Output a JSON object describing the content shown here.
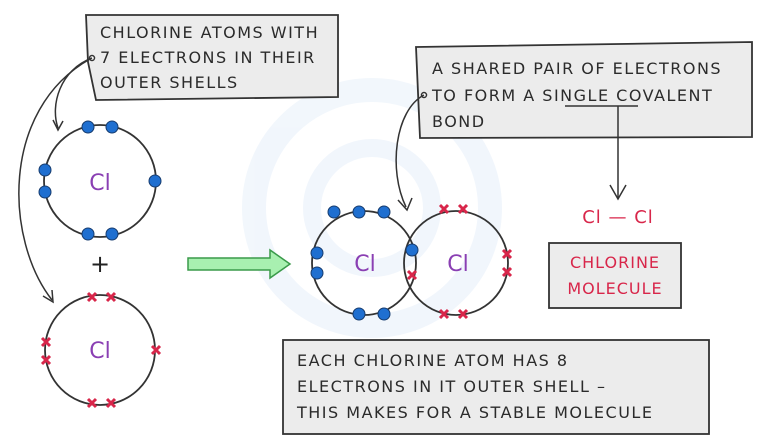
{
  "labels": {
    "atom_note": [
      "CHLORINE ATOMS WITH",
      "7 ELECTRONS IN THEIR",
      "OUTER SHELLS"
    ],
    "bond_note_line1": "A SHARED PAIR OF ELECTRONS",
    "bond_note_line2_a": "TO FORM A ",
    "bond_note_line2_b": "SINGLE",
    "bond_note_line2_c": " COVALENT",
    "bond_note_line3": "BOND",
    "stable_note": [
      "EACH CHLORINE ATOM HAS 8",
      "ELECTRONS  IN  IT  OUTER SHELL –",
      "THIS MAKES FOR A STABLE MOLECULE"
    ],
    "atom_symbol": "Cl",
    "plus": "+",
    "formula": "Cl — Cl",
    "molecule_name": [
      "CHLORINE",
      "MOLECULE"
    ]
  },
  "colors": {
    "box_fill": "#ececec",
    "box_stroke": "#333333",
    "dot": "#1f6fd0",
    "cross": "#d8264a",
    "symbol": "#8a3fb3",
    "molecule_text": "#d8264a",
    "arrow_fill": "#a8f0b0",
    "arrow_stroke": "#3a9a4a"
  },
  "icons": {
    "reaction_arrow": "right-arrow-icon",
    "dot_electron": "filled-dot-electron",
    "cross_electron": "cross-electron"
  }
}
